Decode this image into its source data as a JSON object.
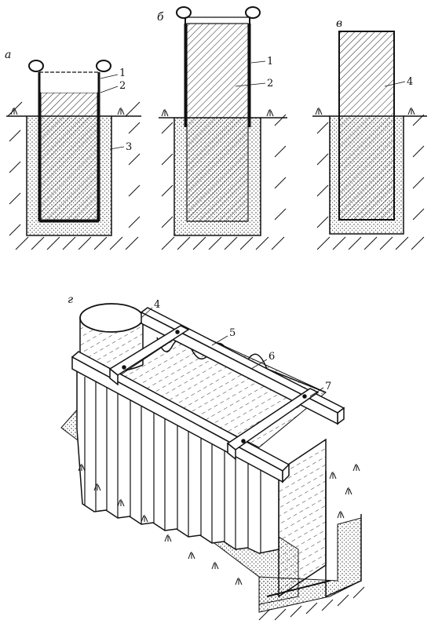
{
  "panels": {
    "a": {
      "label": "а",
      "callouts": [
        "1",
        "2",
        "3"
      ]
    },
    "b": {
      "label": "б",
      "callouts": [
        "1",
        "2"
      ]
    },
    "v": {
      "label": "в",
      "callouts": [
        "4"
      ]
    },
    "g": {
      "label": "г",
      "callouts": [
        "4",
        "5",
        "6",
        "7"
      ]
    }
  },
  "colors": {
    "ink": "#111111",
    "paper": "#ffffff"
  }
}
